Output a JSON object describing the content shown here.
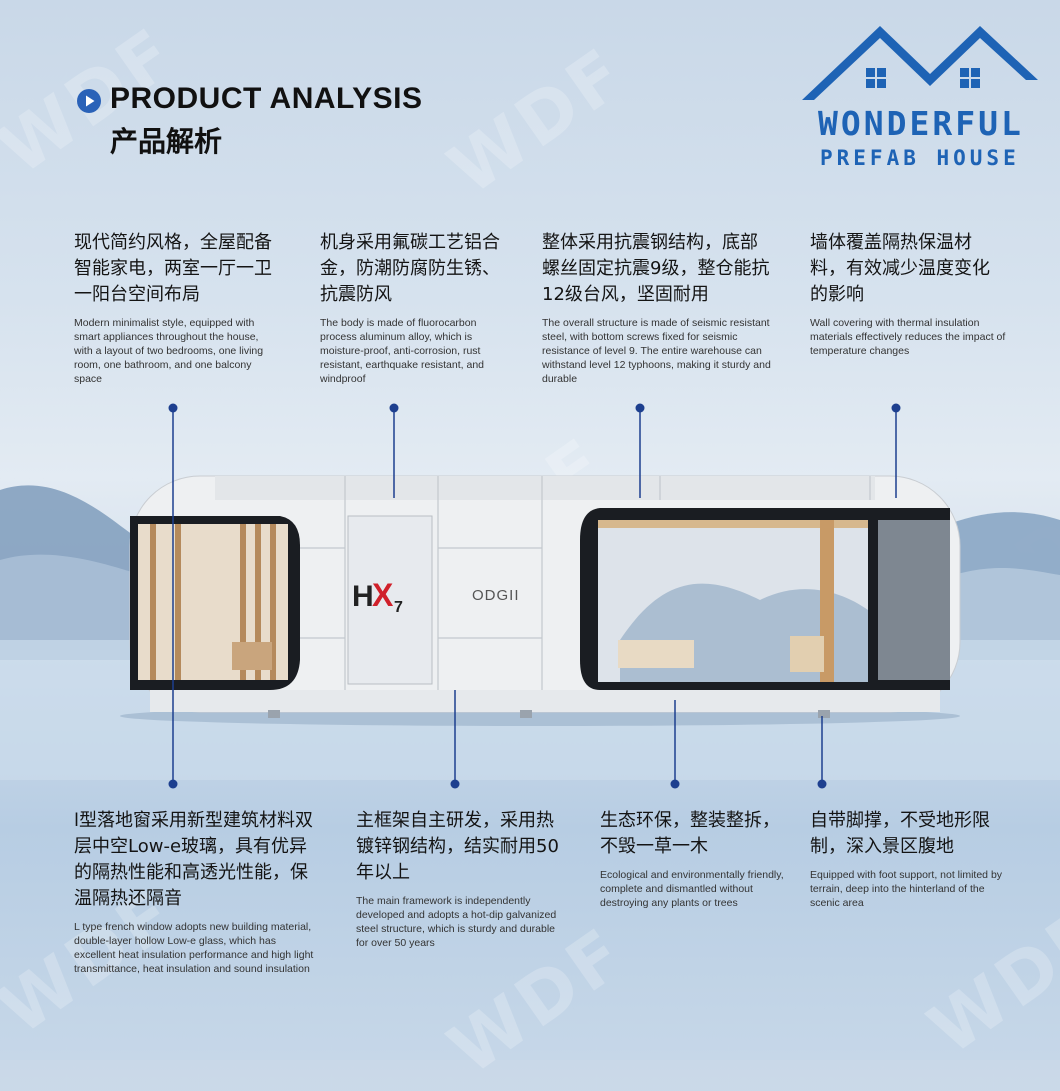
{
  "header": {
    "title": "PRODUCT ANALYSIS",
    "subtitle": "产品解析"
  },
  "logo": {
    "name": "WONDERFUL",
    "sub": "PREFAB HOUSE"
  },
  "watermark": "WDF",
  "house": {
    "brand_mark": "HX7",
    "door_label": "ODGII"
  },
  "features_top": [
    {
      "zh": "现代简约风格，全屋配备智能家电，两室一厅一卫一阳台空间布局",
      "en": "Modern minimalist style, equipped with smart appliances throughout the house, with a layout of two bedrooms, one living room, one bathroom, and one balcony space"
    },
    {
      "zh": "机身采用氟碳工艺铝合金，防潮防腐防生锈、抗震防风",
      "en": "The body is made of fluorocarbon process aluminum alloy, which is moisture-proof, anti-corrosion, rust resistant, earthquake resistant, and windproof"
    },
    {
      "zh": "整体采用抗震钢结构，底部螺丝固定抗震9级，整仓能抗12级台风，坚固耐用",
      "en": "The overall structure is made of seismic resistant steel, with bottom screws fixed for seismic resistance of level 9. The entire warehouse can withstand level 12 typhoons, making it sturdy and durable"
    },
    {
      "zh": "墙体覆盖隔热保温材料，有效减少温度变化的影响",
      "en": "Wall covering with thermal insulation materials effectively reduces the impact of temperature changes"
    }
  ],
  "features_bottom": [
    {
      "zh": "l型落地窗采用新型建筑材料双层中空Low-e玻璃，具有优异的隔热性能和高透光性能，保温隔热还隔音",
      "en": "L type french window adopts new building material, double-layer hollow Low-e glass, which has excellent heat insulation performance and high light transmittance, heat insulation and sound insulation"
    },
    {
      "zh": "主框架自主研发，采用热镀锌钢结构，结实耐用50年以上",
      "en": "The main framework is independently developed and adopts a hot-dip galvanized steel structure, which is sturdy and durable for over 50 years"
    },
    {
      "zh": "生态环保，整装整拆，不毁一草一木",
      "en": "Ecological and environmentally friendly, complete and dismantled without destroying any plants or trees"
    },
    {
      "zh": "自带脚撑，不受地形限制，深入景区腹地",
      "en": "Equipped with foot support, not limited by terrain, deep into the hinterland of the scenic area"
    }
  ]
}
